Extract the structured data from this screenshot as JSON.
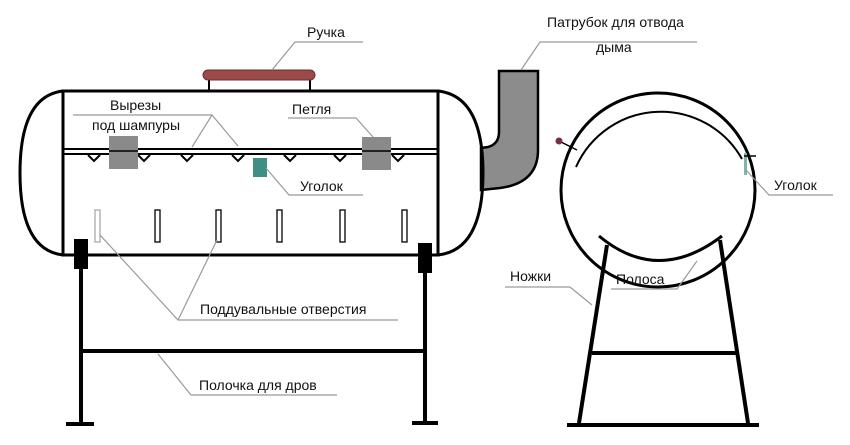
{
  "title": "Схема мангала из газового баллона",
  "colors": {
    "outline": "#000000",
    "handle": "#9b4a4a",
    "smoke_pipe": "#8c8c8c",
    "loop": "#8a8a8a",
    "angle_bracket": "#3f8f86",
    "leader": "#9a9a9a",
    "background": "#ffffff"
  },
  "side_view": {
    "labels": {
      "handle": "Ручка",
      "skewer_cuts_line1": "Вырезы",
      "skewer_cuts_line2": "под шампуры",
      "hinge": "Петля",
      "angle": "Уголок",
      "vent_holes": "Поддувальные отверстия",
      "wood_shelf": "Полочка для дров",
      "smoke_pipe_line1": "Патрубок для отвода",
      "smoke_pipe_line2": "дыма"
    },
    "skewer_notch_count": 7,
    "vent_slot_count": 6,
    "hinge_count": 2
  },
  "end_view": {
    "labels": {
      "angle": "Уголок",
      "legs": "Ножки",
      "strap": "Полоса"
    }
  }
}
